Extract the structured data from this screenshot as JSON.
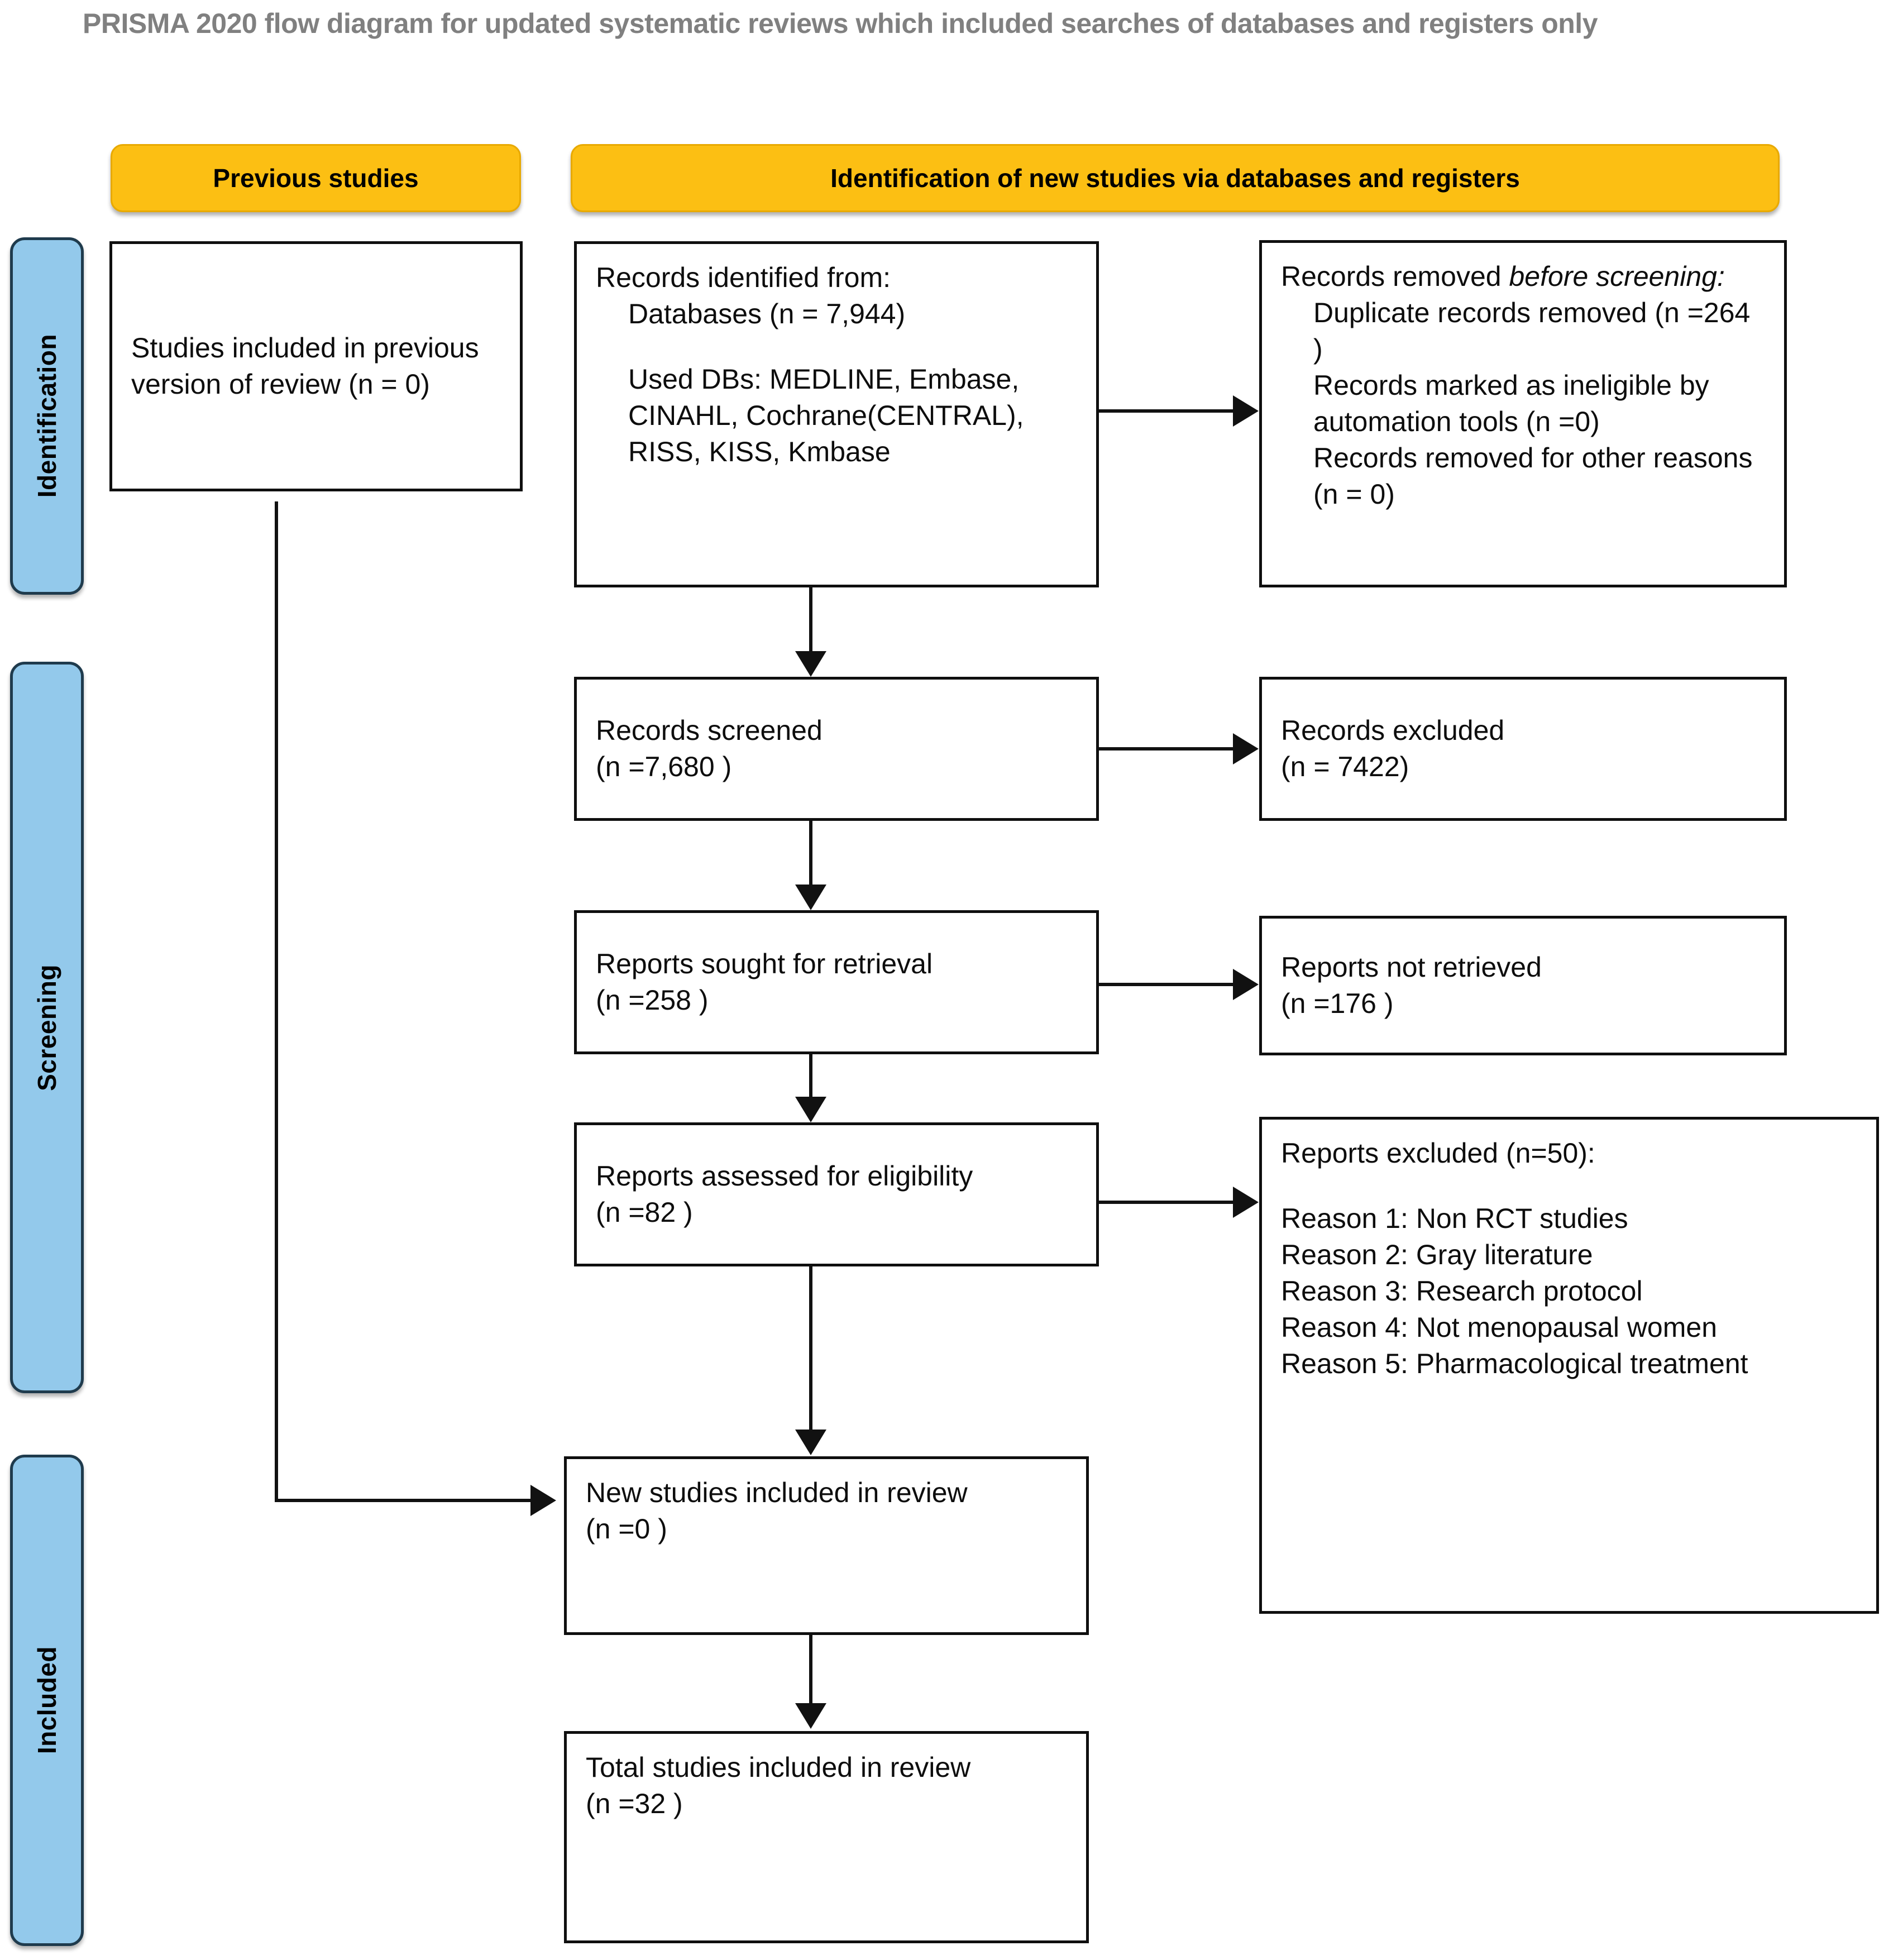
{
  "title": "PRISMA 2020 flow diagram for updated systematic reviews which included searches of databases and registers only",
  "headers": {
    "previous_studies": "Previous studies",
    "identification_new": "Identification of new studies via databases and registers"
  },
  "stage_tabs": {
    "identification": "Identification",
    "screening": "Screening",
    "included": "Included"
  },
  "boxes": {
    "previous_studies_included": "Studies included in previous version of review (n = 0)",
    "records_identified_heading": "Records identified from:",
    "records_identified_databases": "Databases (n = 7,944)",
    "records_identified_dbs": "Used DBs: MEDLINE, Embase, CINAHL, Cochrane(CENTRAL), RISS, KISS, Kmbase",
    "records_removed_heading_plain": "Records removed ",
    "records_removed_heading_italic": "before screening",
    "records_removed_heading_colon": ":",
    "records_removed_duplicates": "Duplicate records removed (n =264 )",
    "records_removed_automation": "Records marked as ineligible by automation tools (n =0)",
    "records_removed_other": "Records removed for other reasons (n = 0)",
    "records_screened": "Records screened\n(n =7,680 )",
    "records_excluded": "Records excluded\n(n = 7422)",
    "reports_sought": "Reports sought for retrieval\n(n =258 )",
    "reports_not_retrieved": "Reports not retrieved\n(n =176 )",
    "reports_assessed": "Reports assessed for eligibility\n(n =82 )",
    "reports_excluded_heading": "Reports excluded (n=50):",
    "reports_excluded_reasons": "Reason 1: Non RCT studies\nReason 2: Gray literature\nReason 3: Research protocol\nReason 4: Not menopausal women\nReason 5: Pharmacological treatment",
    "new_studies_included": "New studies included in review\n(n =0 )",
    "total_studies_included": "Total studies included in review\n(n =32 )"
  },
  "colors": {
    "yellow_header": "#FCBF13",
    "blue_tab": "#93C9EB",
    "box_border": "#0F0F0F",
    "title_text": "#808080"
  }
}
